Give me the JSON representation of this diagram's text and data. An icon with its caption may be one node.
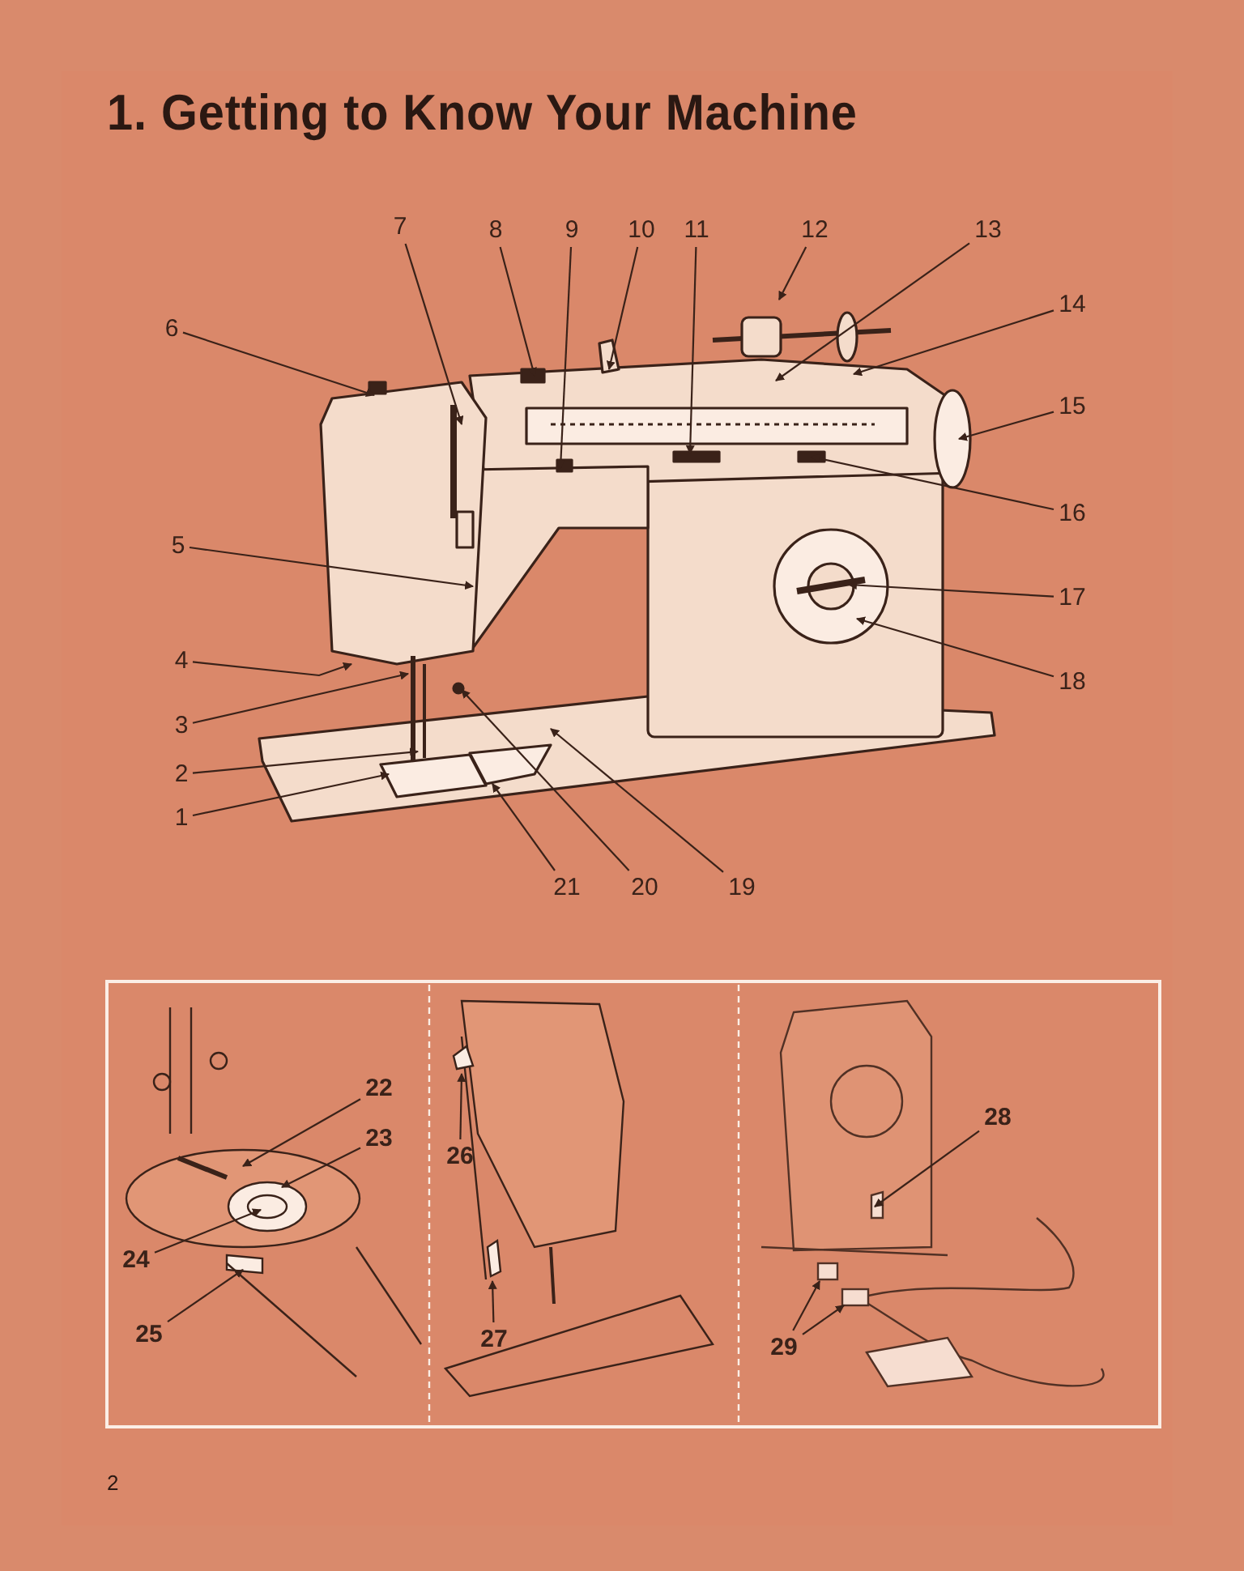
{
  "diagram": {
    "title": "1. Getting to Know Your Machine",
    "nodes": [
      {
        "text": [
          "1"
        ]
      },
      {
        "text": [
          "2"
        ]
      },
      {
        "text": [
          "3"
        ]
      },
      {
        "text": [
          "4"
        ]
      },
      {
        "text": [
          "5"
        ]
      },
      {
        "text": [
          "6"
        ]
      },
      {
        "text": [
          "7"
        ]
      },
      {
        "text": [
          "8"
        ]
      },
      {
        "text": [
          "9"
        ]
      },
      {
        "text": [
          "10"
        ]
      },
      {
        "text": [
          "11"
        ]
      },
      {
        "text": [
          "12"
        ]
      },
      {
        "text": [
          "13"
        ]
      },
      {
        "text": [
          "14"
        ]
      },
      {
        "text": [
          "15"
        ]
      },
      {
        "text": [
          "16"
        ]
      },
      {
        "text": [
          "17"
        ]
      },
      {
        "text": [
          "18"
        ]
      },
      {
        "text": [
          "19"
        ]
      },
      {
        "text": [
          "20"
        ]
      },
      {
        "text": [
          "21"
        ]
      },
      {
        "text": [
          "22"
        ]
      },
      {
        "text": [
          "23"
        ]
      },
      {
        "text": [
          "24"
        ]
      },
      {
        "text": [
          "25"
        ]
      },
      {
        "text": [
          "26"
        ]
      },
      {
        "text": [
          "27"
        ]
      },
      {
        "text": [
          "28"
        ]
      },
      {
        "text": [
          "29"
        ]
      }
    ],
    "edges": [
      {
        "from": 0,
        "to": null,
        "arrow": "to"
      },
      {
        "from": 1,
        "to": null,
        "arrow": "to"
      },
      {
        "from": 2,
        "to": null,
        "arrow": "to"
      },
      {
        "from": 3,
        "to": null,
        "arrow": "to"
      },
      {
        "from": 4,
        "to": null,
        "arrow": "to"
      },
      {
        "from": 5,
        "to": null,
        "arrow": "to"
      },
      {
        "from": 6,
        "to": null,
        "arrow": "to"
      },
      {
        "from": 7,
        "to": null,
        "arrow": "to"
      },
      {
        "from": 8,
        "to": null,
        "arrow": "to"
      },
      {
        "from": 9,
        "to": null,
        "arrow": "to"
      },
      {
        "from": 10,
        "to": null,
        "arrow": "to"
      },
      {
        "from": 11,
        "to": null,
        "arrow": "to"
      },
      {
        "from": 12,
        "to": null,
        "arrow": "to"
      },
      {
        "from": 13,
        "to": null,
        "arrow": "to"
      },
      {
        "from": 14,
        "to": null,
        "arrow": "to"
      },
      {
        "from": 15,
        "to": null,
        "arrow": "to"
      },
      {
        "from": 16,
        "to": null,
        "arrow": "to"
      },
      {
        "from": 17,
        "to": null,
        "arrow": "to"
      },
      {
        "from": 18,
        "to": null,
        "arrow": "to"
      },
      {
        "from": 19,
        "to": null,
        "arrow": "to"
      },
      {
        "from": 20,
        "to": null,
        "arrow": "to"
      },
      {
        "from": 21,
        "to": null,
        "arrow": "to"
      },
      {
        "from": 22,
        "to": null,
        "arrow": "to"
      },
      {
        "from": 23,
        "to": null,
        "arrow": "to"
      },
      {
        "from": 24,
        "to": null,
        "arrow": "to"
      },
      {
        "from": 25,
        "to": null,
        "arrow": "to"
      },
      {
        "from": 26,
        "to": null,
        "arrow": "to"
      },
      {
        "from": 27,
        "to": null,
        "arrow": "to"
      },
      {
        "from": 28,
        "to": null,
        "arrow": "to"
      },
      {
        "from": 28,
        "to": null,
        "arrow": "to"
      }
    ],
    "labels": [
      "2"
    ]
  }
}
